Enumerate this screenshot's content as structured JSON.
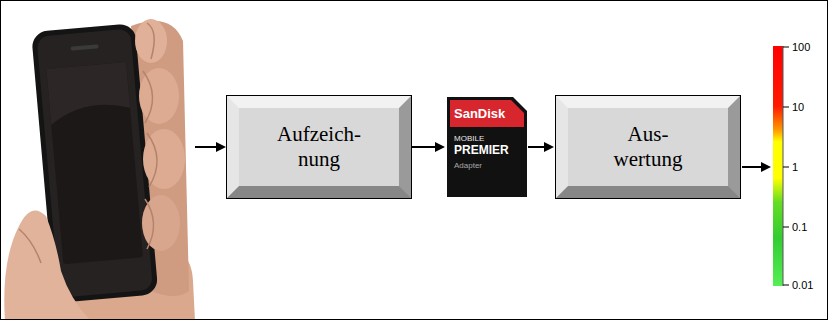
{
  "diagram": {
    "nodes": [
      {
        "text": [
          "Aufzeich- nung"
        ]
      },
      {
        "text": [
          "SanDisk",
          "MOBILE",
          "PREMIER",
          "Adapter"
        ]
      },
      {
        "text": [
          "Aus- wertung"
        ]
      }
    ],
    "edges": [
      {
        "from": 0,
        "to": 1,
        "arrow": "to"
      },
      {
        "from": 1,
        "to": 2,
        "arrow": "to"
      }
    ],
    "labels": [
      "100",
      "10",
      "1",
      "0.1",
      "0.01"
    ]
  }
}
